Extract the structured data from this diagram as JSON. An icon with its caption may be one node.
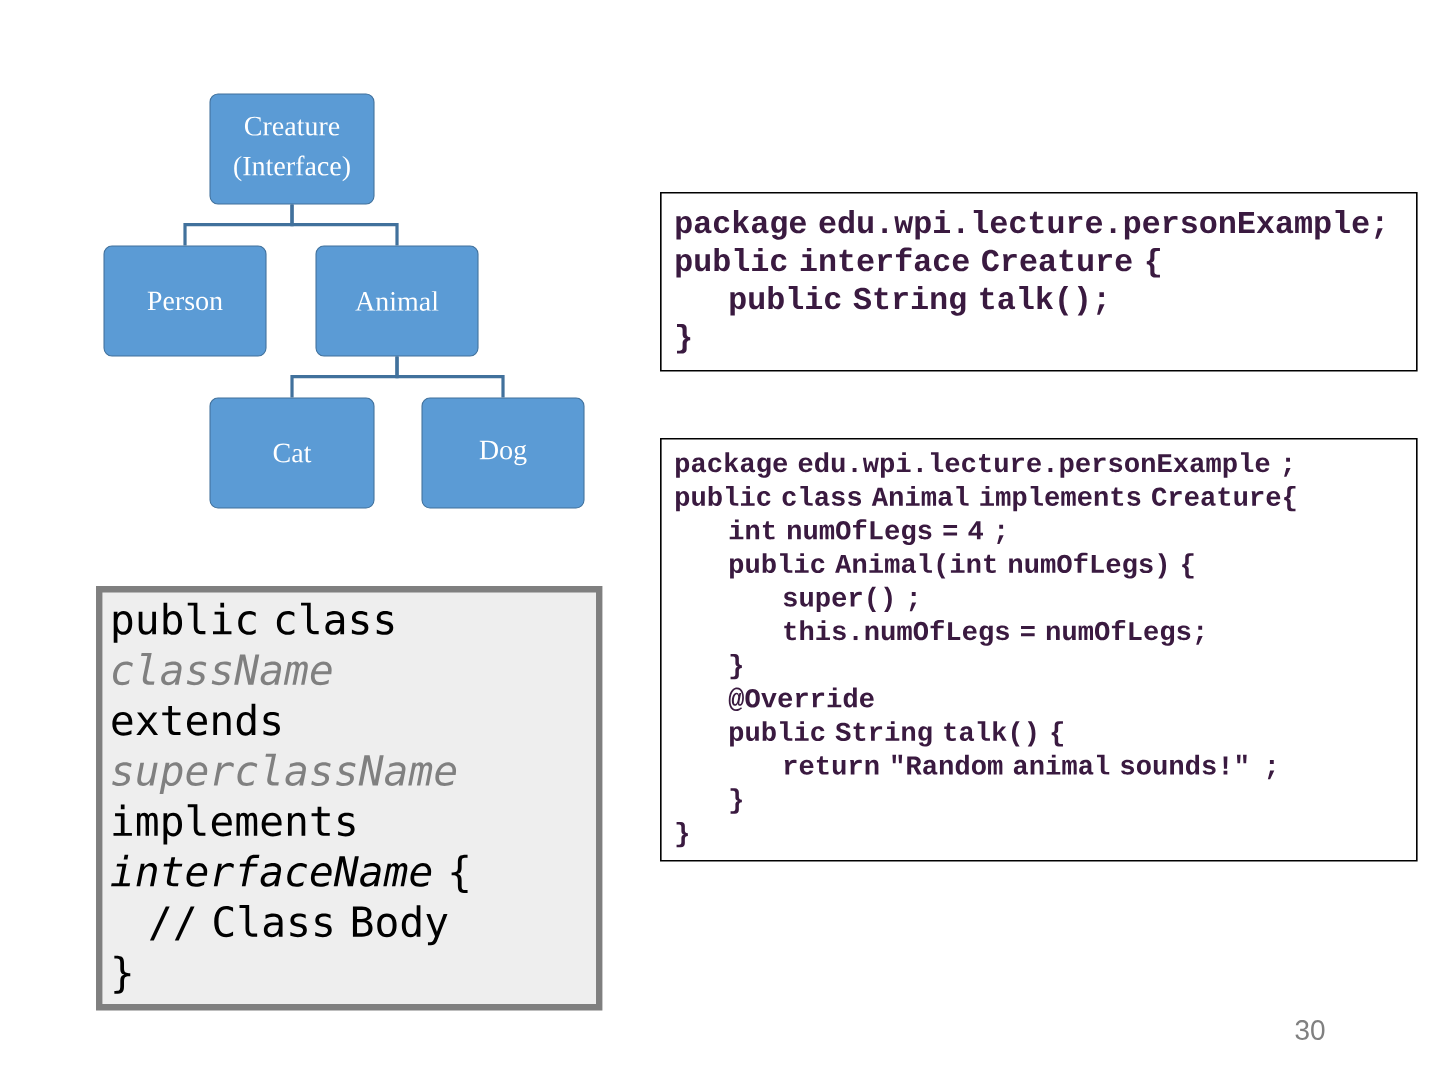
{
  "diagram": {
    "nodes": [
      {
        "text": [
          "Creature (Interface)"
        ]
      },
      {
        "text": [
          "Person"
        ]
      },
      {
        "text": [
          "Animal"
        ]
      },
      {
        "text": [
          "Cat"
        ]
      },
      {
        "text": [
          "Dog"
        ]
      },
      {
        "text": [
          "package edu.wpi.lecture.personExample;",
          "public interface Creature {",
          "public String talk();",
          "}"
        ]
      },
      {
        "text": [
          "package edu.wpi.lecture.personExample ;",
          "public class Animal implements Creature{",
          "int numOfLegs = 4 ;",
          "public Animal(int numOfLegs) {",
          "super() ;",
          "this.numOfLegs = numOfLegs;",
          "}",
          "@Override",
          "public String talk() {",
          "return \"Random animal sounds!\" ;",
          "}",
          "}"
        ]
      },
      {
        "text": [
          "public class",
          "className",
          "extends",
          "superclassName",
          "implements",
          "*interfaceName* {",
          "// Class Body",
          "}"
        ]
      }
    ],
    "edges": [
      {
        "from": 0,
        "to": 1,
        "arrow": "none"
      },
      {
        "from": 0,
        "to": 2,
        "arrow": "none"
      },
      {
        "from": 2,
        "to": 3,
        "arrow": "none"
      },
      {
        "from": 2,
        "to": 4,
        "arrow": "none"
      }
    ],
    "labels": [
      "30"
    ]
  }
}
